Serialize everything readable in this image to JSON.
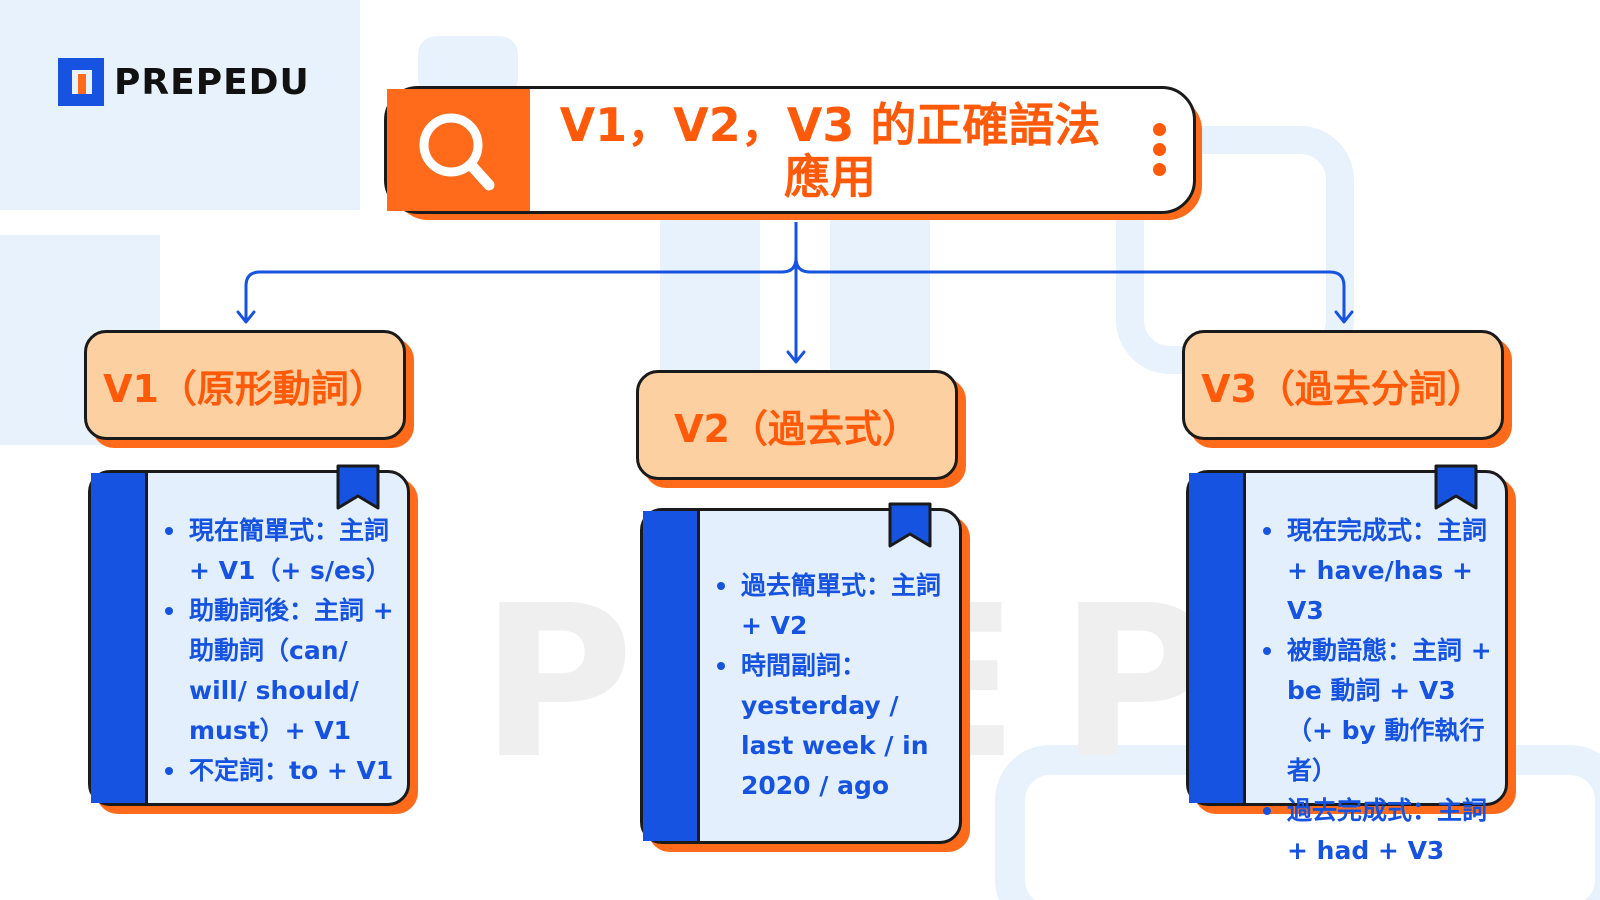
{
  "brand": {
    "name": "PREPEDU",
    "watermark": "PREP"
  },
  "search": {
    "title": "V1，V2，V3 的正確語法應用",
    "icon": "search-icon",
    "menu_icon": "more-vertical-icon"
  },
  "colors": {
    "orange": "#ff5a0a",
    "blue": "#1553e0",
    "peach": "#fdd0a2",
    "card": "#e3effc"
  },
  "branches": [
    {
      "label": "V1（原形動詞）",
      "items": [
        "現在簡單式：主詞 + V1（+ s/es）",
        "助動詞後：主詞 + 助動詞（can/ will/ should/ must）+ V1",
        "不定詞：to + V1"
      ]
    },
    {
      "label": "V2（過去式）",
      "items": [
        "過去簡單式：主詞 + V2",
        "時間副詞：yesterday / last week / in 2020 / ago"
      ]
    },
    {
      "label": "V3（過去分詞）",
      "items": [
        "現在完成式：主詞 + have/has + V3",
        "被動語態：主詞 + be 動詞 + V3（+ by 動作執行者）",
        "過去完成式：主詞 + had + V3"
      ]
    }
  ]
}
